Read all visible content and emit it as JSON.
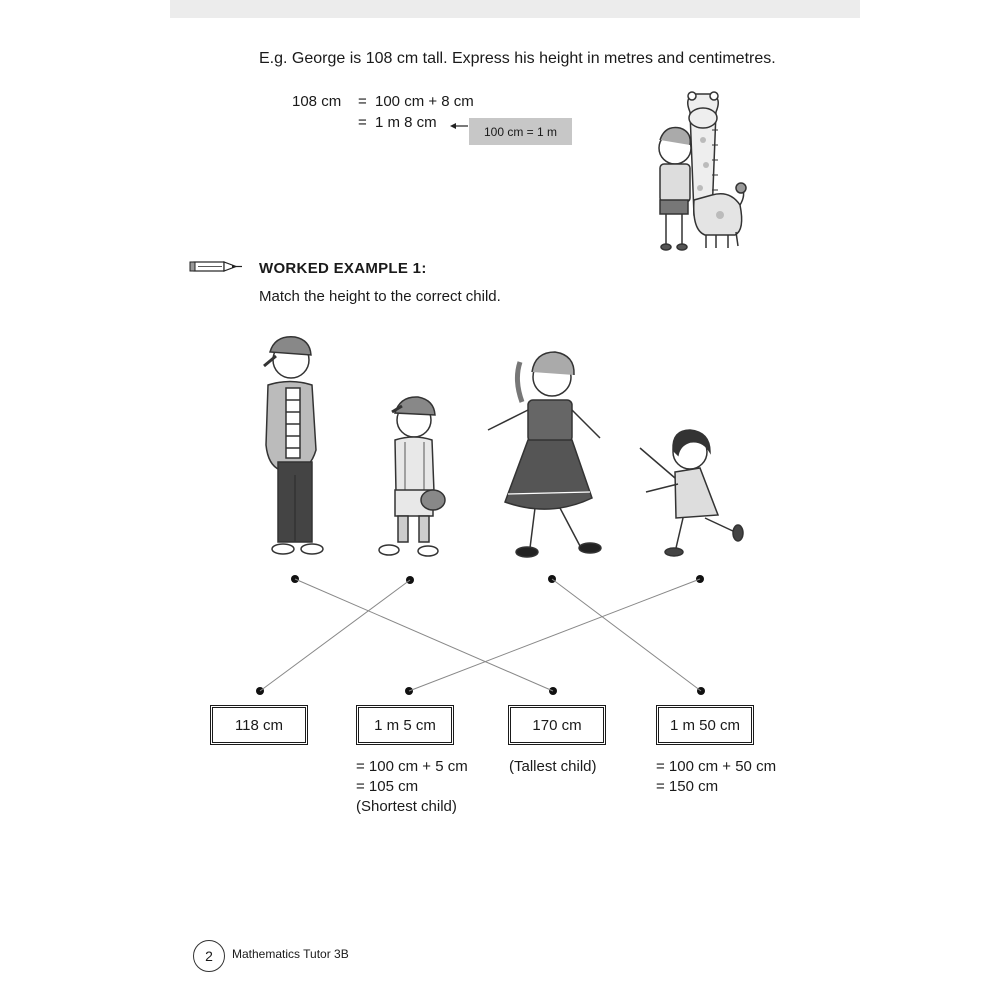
{
  "intro": {
    "text": "E.g. George is 108 cm tall. Express his height in metres and centimetres."
  },
  "calculation": {
    "line1_left": "108 cm",
    "line1_eq": "=",
    "line1_right": "100 cm + 8 cm",
    "line2_eq": "=",
    "line2_right": "1 m 8 cm",
    "note": "100 cm = 1 m"
  },
  "worked_example": {
    "heading": "WORKED EXAMPLE 1:",
    "instruction": "Match the height to the correct child."
  },
  "heights": [
    {
      "label": "118 cm",
      "explanation": []
    },
    {
      "label": "1 m 5 cm",
      "explanation": [
        "= 100 cm + 5 cm",
        "= 105 cm",
        "(Shortest child)"
      ]
    },
    {
      "label": "170 cm",
      "explanation": [
        "(Tallest child)"
      ]
    },
    {
      "label": "1 m 50 cm",
      "explanation": [
        "= 100 cm + 50 cm",
        "= 150 cm"
      ]
    }
  ],
  "footer": {
    "page_number": "2",
    "book_title": "Mathematics Tutor 3B"
  },
  "icons": [
    "pencil-icon",
    "giraffe-height-chart-illustration",
    "tall-boy-illustration",
    "baseball-boy-illustration",
    "girl-in-dress-illustration",
    "small-girl-illustration"
  ]
}
